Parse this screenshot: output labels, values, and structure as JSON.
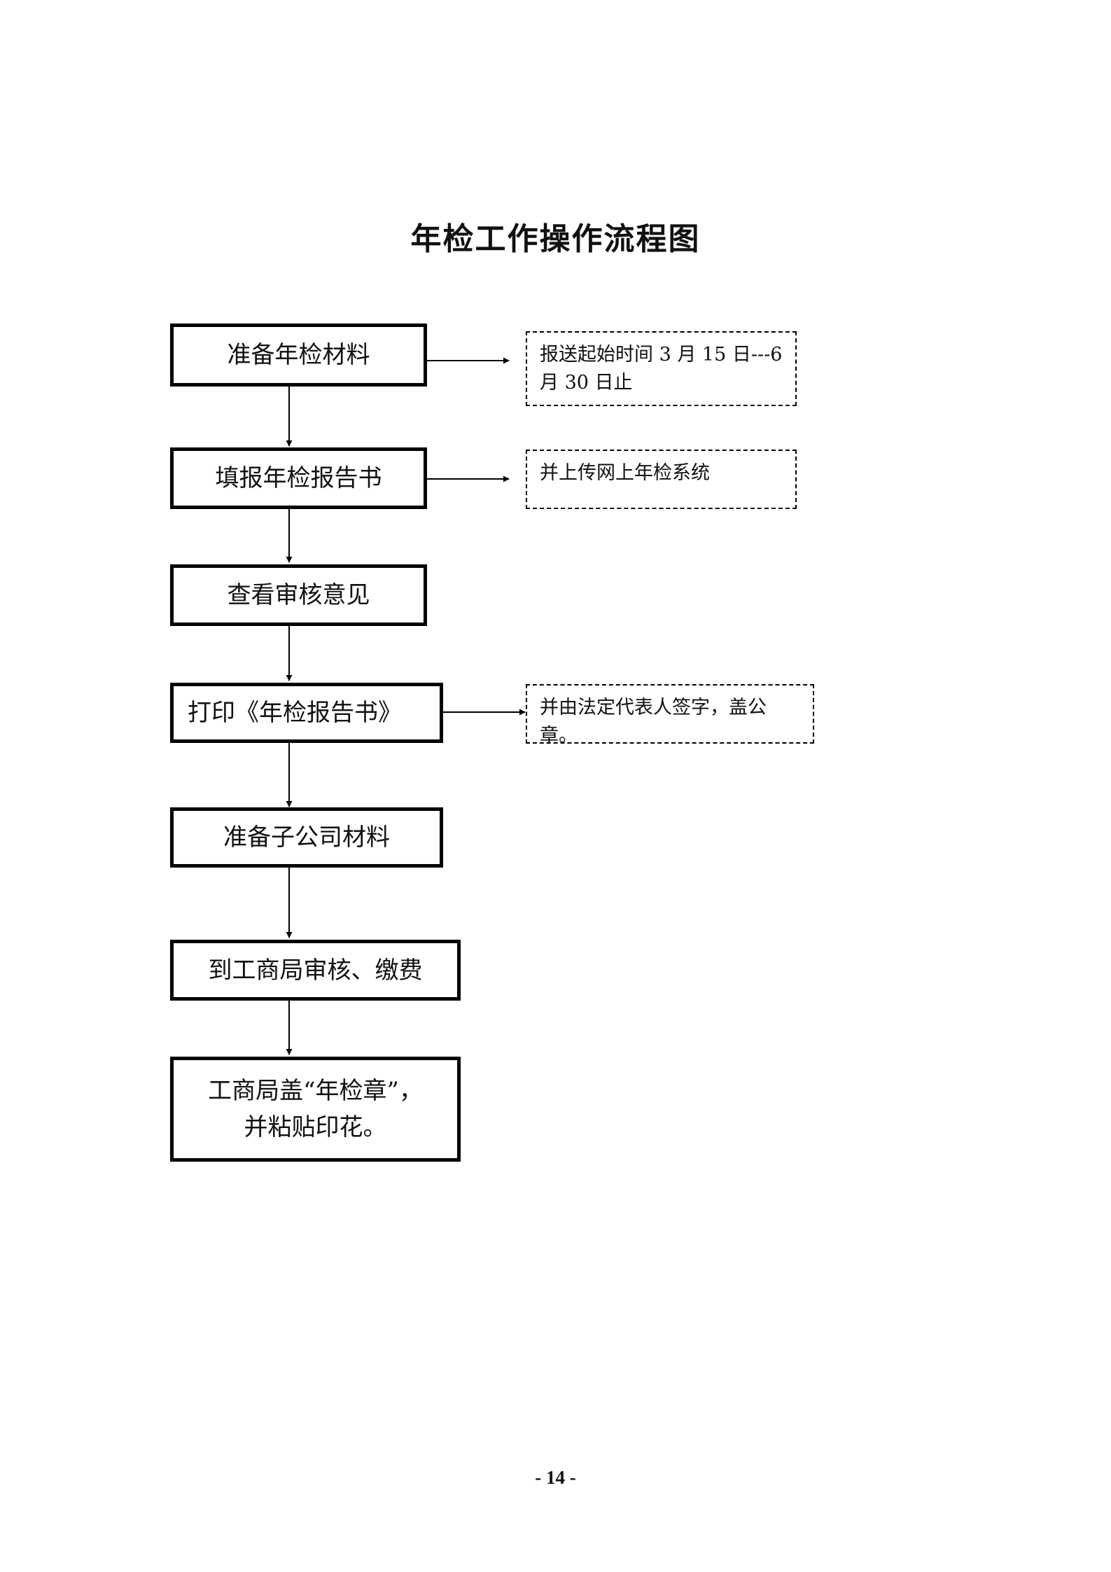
{
  "title": "年检工作操作流程图",
  "steps": [
    {
      "label": "准备年检材料"
    },
    {
      "label": "填报年检报告书"
    },
    {
      "label": "查看审核意见"
    },
    {
      "label": "打印《年检报告书》"
    },
    {
      "label": "准备子公司材料"
    },
    {
      "label": "到工商局审核、缴费"
    },
    {
      "line1": "工商局盖“年检章”，",
      "line2": "并粘贴印花。"
    }
  ],
  "notes": [
    {
      "line1": "报送起始时间 3 月 15 日---6",
      "line2": "月 30 日止"
    },
    {
      "line1": "并上传网上年检系统"
    },
    {
      "line1": "并由法定代表人签字，盖公章。"
    }
  ],
  "page_number": "- 14 -"
}
